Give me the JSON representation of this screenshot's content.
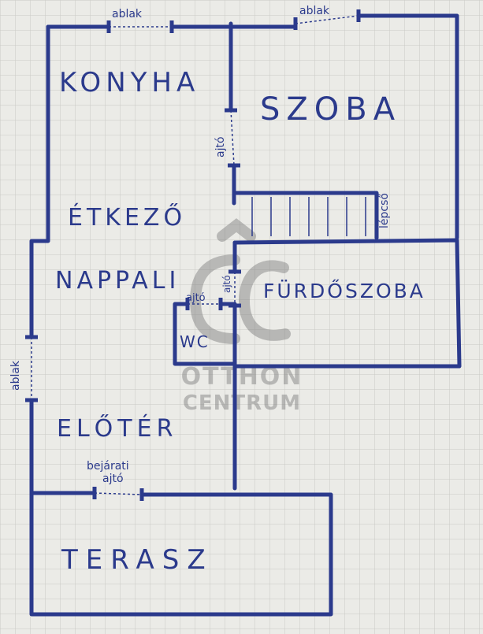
{
  "plan": {
    "labels": {
      "konyha": "KONYHA",
      "szoba": "SZOBA",
      "etkezo": "ÉTKEZŐ",
      "nappali": "NAPPALI",
      "furdoszoba": "FÜRDŐSZOBA",
      "wc": "WC",
      "eloter": "ELŐTÉR",
      "terasz": "TERASZ",
      "lepcso": "lépcső"
    },
    "annotations": {
      "window_top_left": "ablak",
      "window_top_right": "ablak",
      "window_left": "ablak",
      "door_kitchen_room": "ajtó",
      "door_bathroom": "ajtó",
      "door_wc": "ajtó",
      "entrance_door_line1": "bejárati",
      "entrance_door_line2": "ajtó"
    },
    "watermark": {
      "line1": "OTTHON",
      "line2": "CENTRUM"
    }
  },
  "colors": {
    "ink": "#2b3a8c",
    "grid": "#c9c9c4",
    "paper": "#ebebe7",
    "watermark": "#7a7a7a"
  }
}
